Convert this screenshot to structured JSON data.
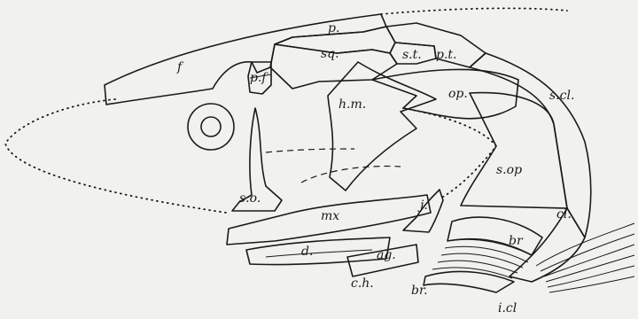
{
  "colors": {
    "paper": "#f1f1ee",
    "ink": "#1a1a1a"
  },
  "labels": {
    "p": "p.",
    "sq": "sq.",
    "st": "s.t.",
    "pt": "p.t.",
    "f": "f",
    "pf": "p.f",
    "hm": "h.m.",
    "op": "op.",
    "scl": "s.cl.",
    "sop": "s.op",
    "so": "s.o.",
    "mx": "mx",
    "j": "j.",
    "cl": "cl.",
    "br_upper": "br",
    "d": "d.",
    "ag": "ag.",
    "ch": "c.h.",
    "br_lower": "br.",
    "icl": "i.cl"
  }
}
